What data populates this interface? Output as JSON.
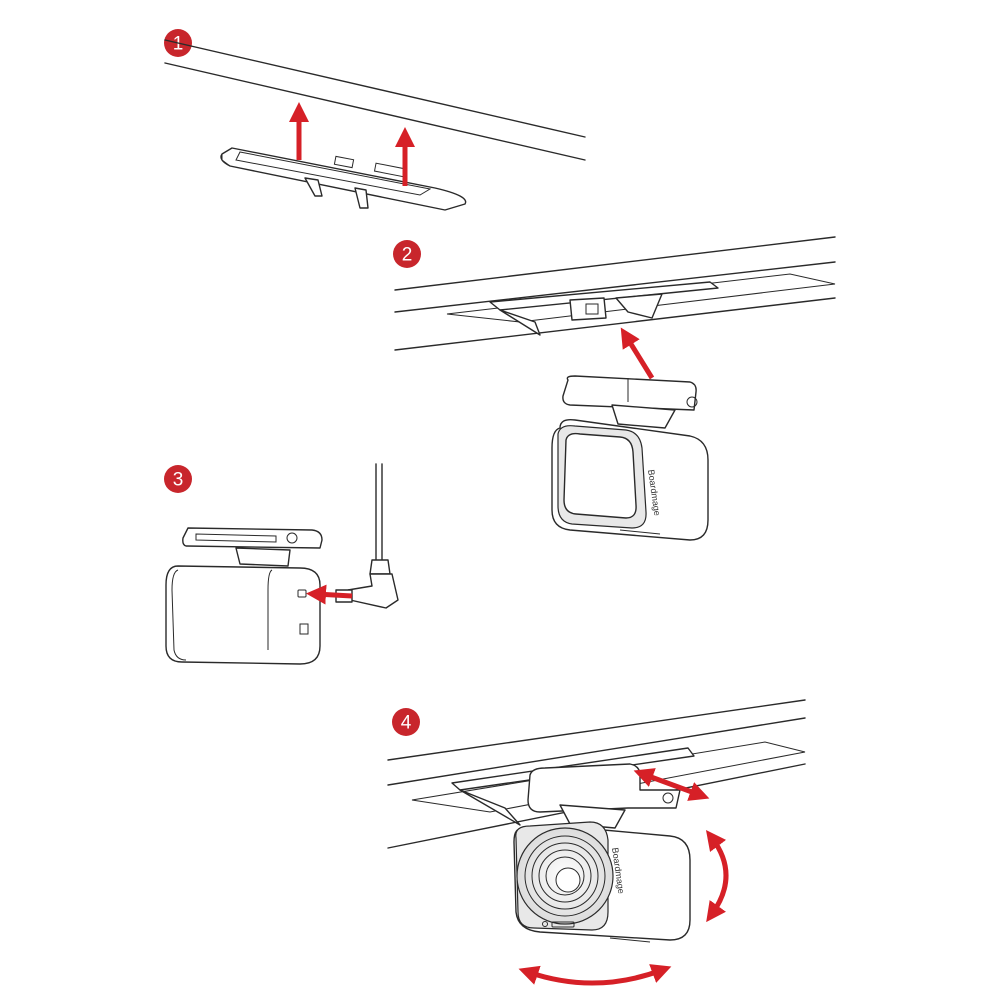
{
  "steps": [
    {
      "number": "1"
    },
    {
      "number": "2"
    },
    {
      "number": "3"
    },
    {
      "number": "4"
    }
  ],
  "device": {
    "brand_label": "Boardmage"
  },
  "colors": {
    "badge": "#c8262c",
    "arrow": "#d62027",
    "stroke": "#2a2a2a"
  },
  "icons": [
    "arrow-up-icon",
    "arrow-insert-icon",
    "double-arrow-icon",
    "curved-double-arrow-icon"
  ]
}
